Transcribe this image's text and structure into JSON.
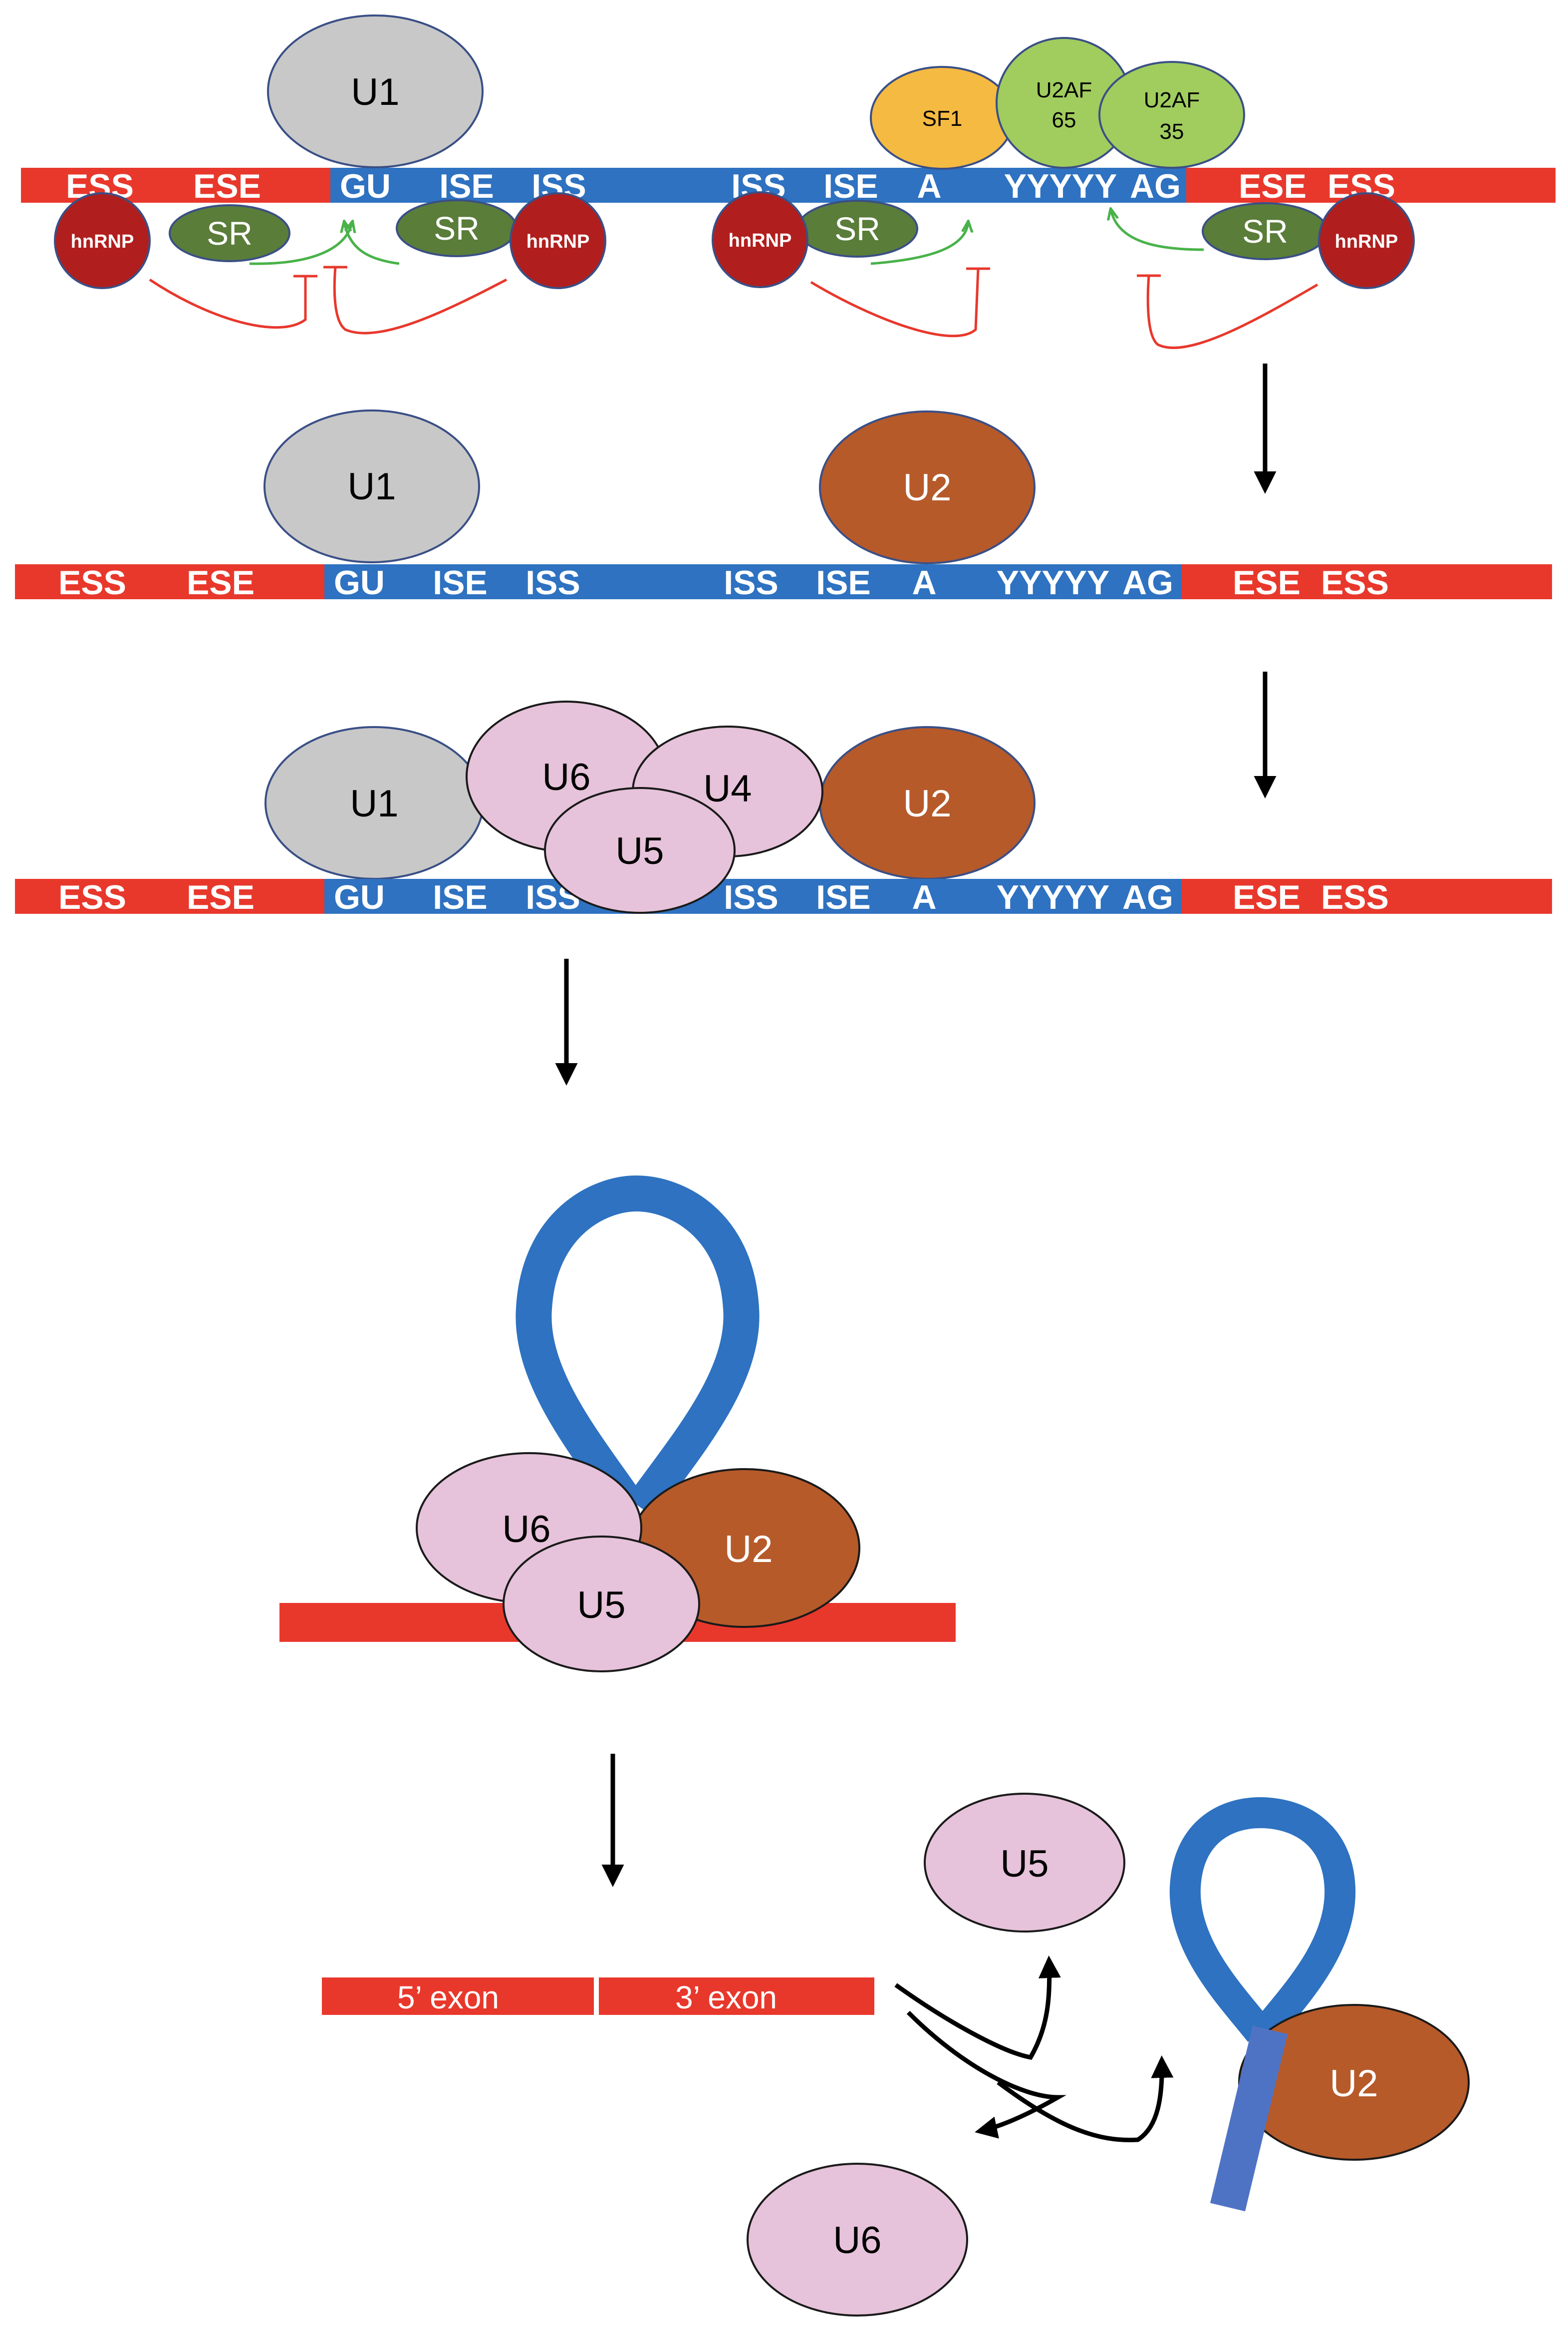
{
  "colors": {
    "exon": "#E8382C",
    "intron": "#2E72C1",
    "u1": "#C8C8C8",
    "u2": "#B65A2A",
    "pink_snrnp": "#E6C3DA",
    "sf1": "#F5BA41",
    "u2af": "#A1CC5E",
    "sr": "#5A7D3A",
    "hnrnp": "#B11E1E",
    "activation": "#49B24A",
    "inhibition": "#E8382C",
    "outline": "#3A4F86",
    "arrow": "#000000"
  },
  "stage1": {
    "left_exon": [
      "ESS",
      "ESE"
    ],
    "intron_5": [
      "GU",
      "ISE",
      "ISS"
    ],
    "intron_3": [
      "ISS",
      "ISE",
      "A",
      "YYYYY",
      "AG"
    ],
    "right_exon": [
      "ESE",
      "ESS"
    ],
    "u1": "U1",
    "sf1": "SF1",
    "u2af65": [
      "U2AF",
      "65"
    ],
    "u2af35": [
      "U2AF",
      "35"
    ],
    "sr": "SR",
    "hnrnp": "hnRNP"
  },
  "stage2": {
    "left_exon": [
      "ESS",
      "ESE"
    ],
    "intron_5": [
      "GU",
      "ISE",
      "ISS"
    ],
    "intron_3": [
      "ISS",
      "ISE",
      "A",
      "YYYYY",
      "AG"
    ],
    "right_exon": [
      "ESE",
      "ESS"
    ],
    "u1": "U1",
    "u2": "U2"
  },
  "stage3": {
    "left_exon": [
      "ESS",
      "ESE"
    ],
    "intron_5": [
      "GU",
      "ISE",
      "ISS"
    ],
    "intron_3": [
      "ISS",
      "ISE",
      "A",
      "YYYYY",
      "AG"
    ],
    "right_exon": [
      "ESE",
      "ESS"
    ],
    "u1": "U1",
    "u6": "U6",
    "u4": "U4",
    "u5": "U5",
    "u2": "U2"
  },
  "stage4": {
    "u6": "U6",
    "u5": "U5",
    "u2": "U2"
  },
  "stage5": {
    "exon5": "5’ exon",
    "exon3": "3’ exon",
    "u5": "U5",
    "u6": "U6",
    "u2": "U2"
  }
}
